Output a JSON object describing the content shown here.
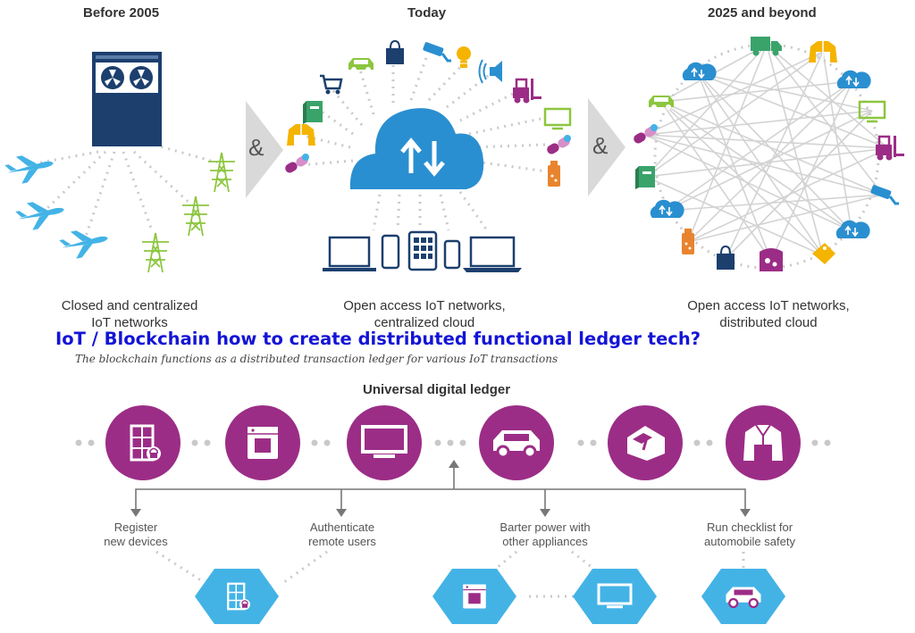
{
  "eras": [
    {
      "title": "Before 2005",
      "caption_line1": "Closed and centralized",
      "caption_line2": "IoT networks"
    },
    {
      "title": "Today",
      "caption_line1": "Open access IoT networks,",
      "caption_line2": "centralized cloud"
    },
    {
      "title": "2025 and beyond",
      "caption_line1": "Open access IoT networks,",
      "caption_line2": "distributed cloud"
    }
  ],
  "connectors": [
    "&",
    "&"
  ],
  "headline": "IoT / Blockchain how to create distributed functional ledger tech?",
  "subheadline": "The blockchain functions as a distributed transaction ledger for various IoT transactions",
  "ledger": {
    "title": "Universal digital ledger",
    "nodes": [
      "door-lock-icon",
      "washing-machine-icon",
      "monitor-icon",
      "car-icon",
      "toaster-icon",
      "jacket-icon"
    ],
    "use_cases": [
      {
        "line1": "Register",
        "line2": "new devices"
      },
      {
        "line1": "Authenticate",
        "line2": "remote users"
      },
      {
        "line1": "Barter power with",
        "line2": "other appliances"
      },
      {
        "line1": "Run checklist for",
        "line2": "automobile safety"
      }
    ],
    "bottom_nodes": [
      "door-lock-icon",
      "washing-machine-icon",
      "monitor-icon",
      "car-icon"
    ]
  },
  "colors": {
    "navy": "#1c3f6e",
    "cloud_blue": "#2a8fd0",
    "sky_blue": "#43b3e6",
    "lime": "#8cc63f",
    "magenta": "#9b2d86",
    "gray_dot": "#c9c9c9",
    "arrow_gray": "#d4d4d4",
    "headline_blue": "#1414d6"
  }
}
